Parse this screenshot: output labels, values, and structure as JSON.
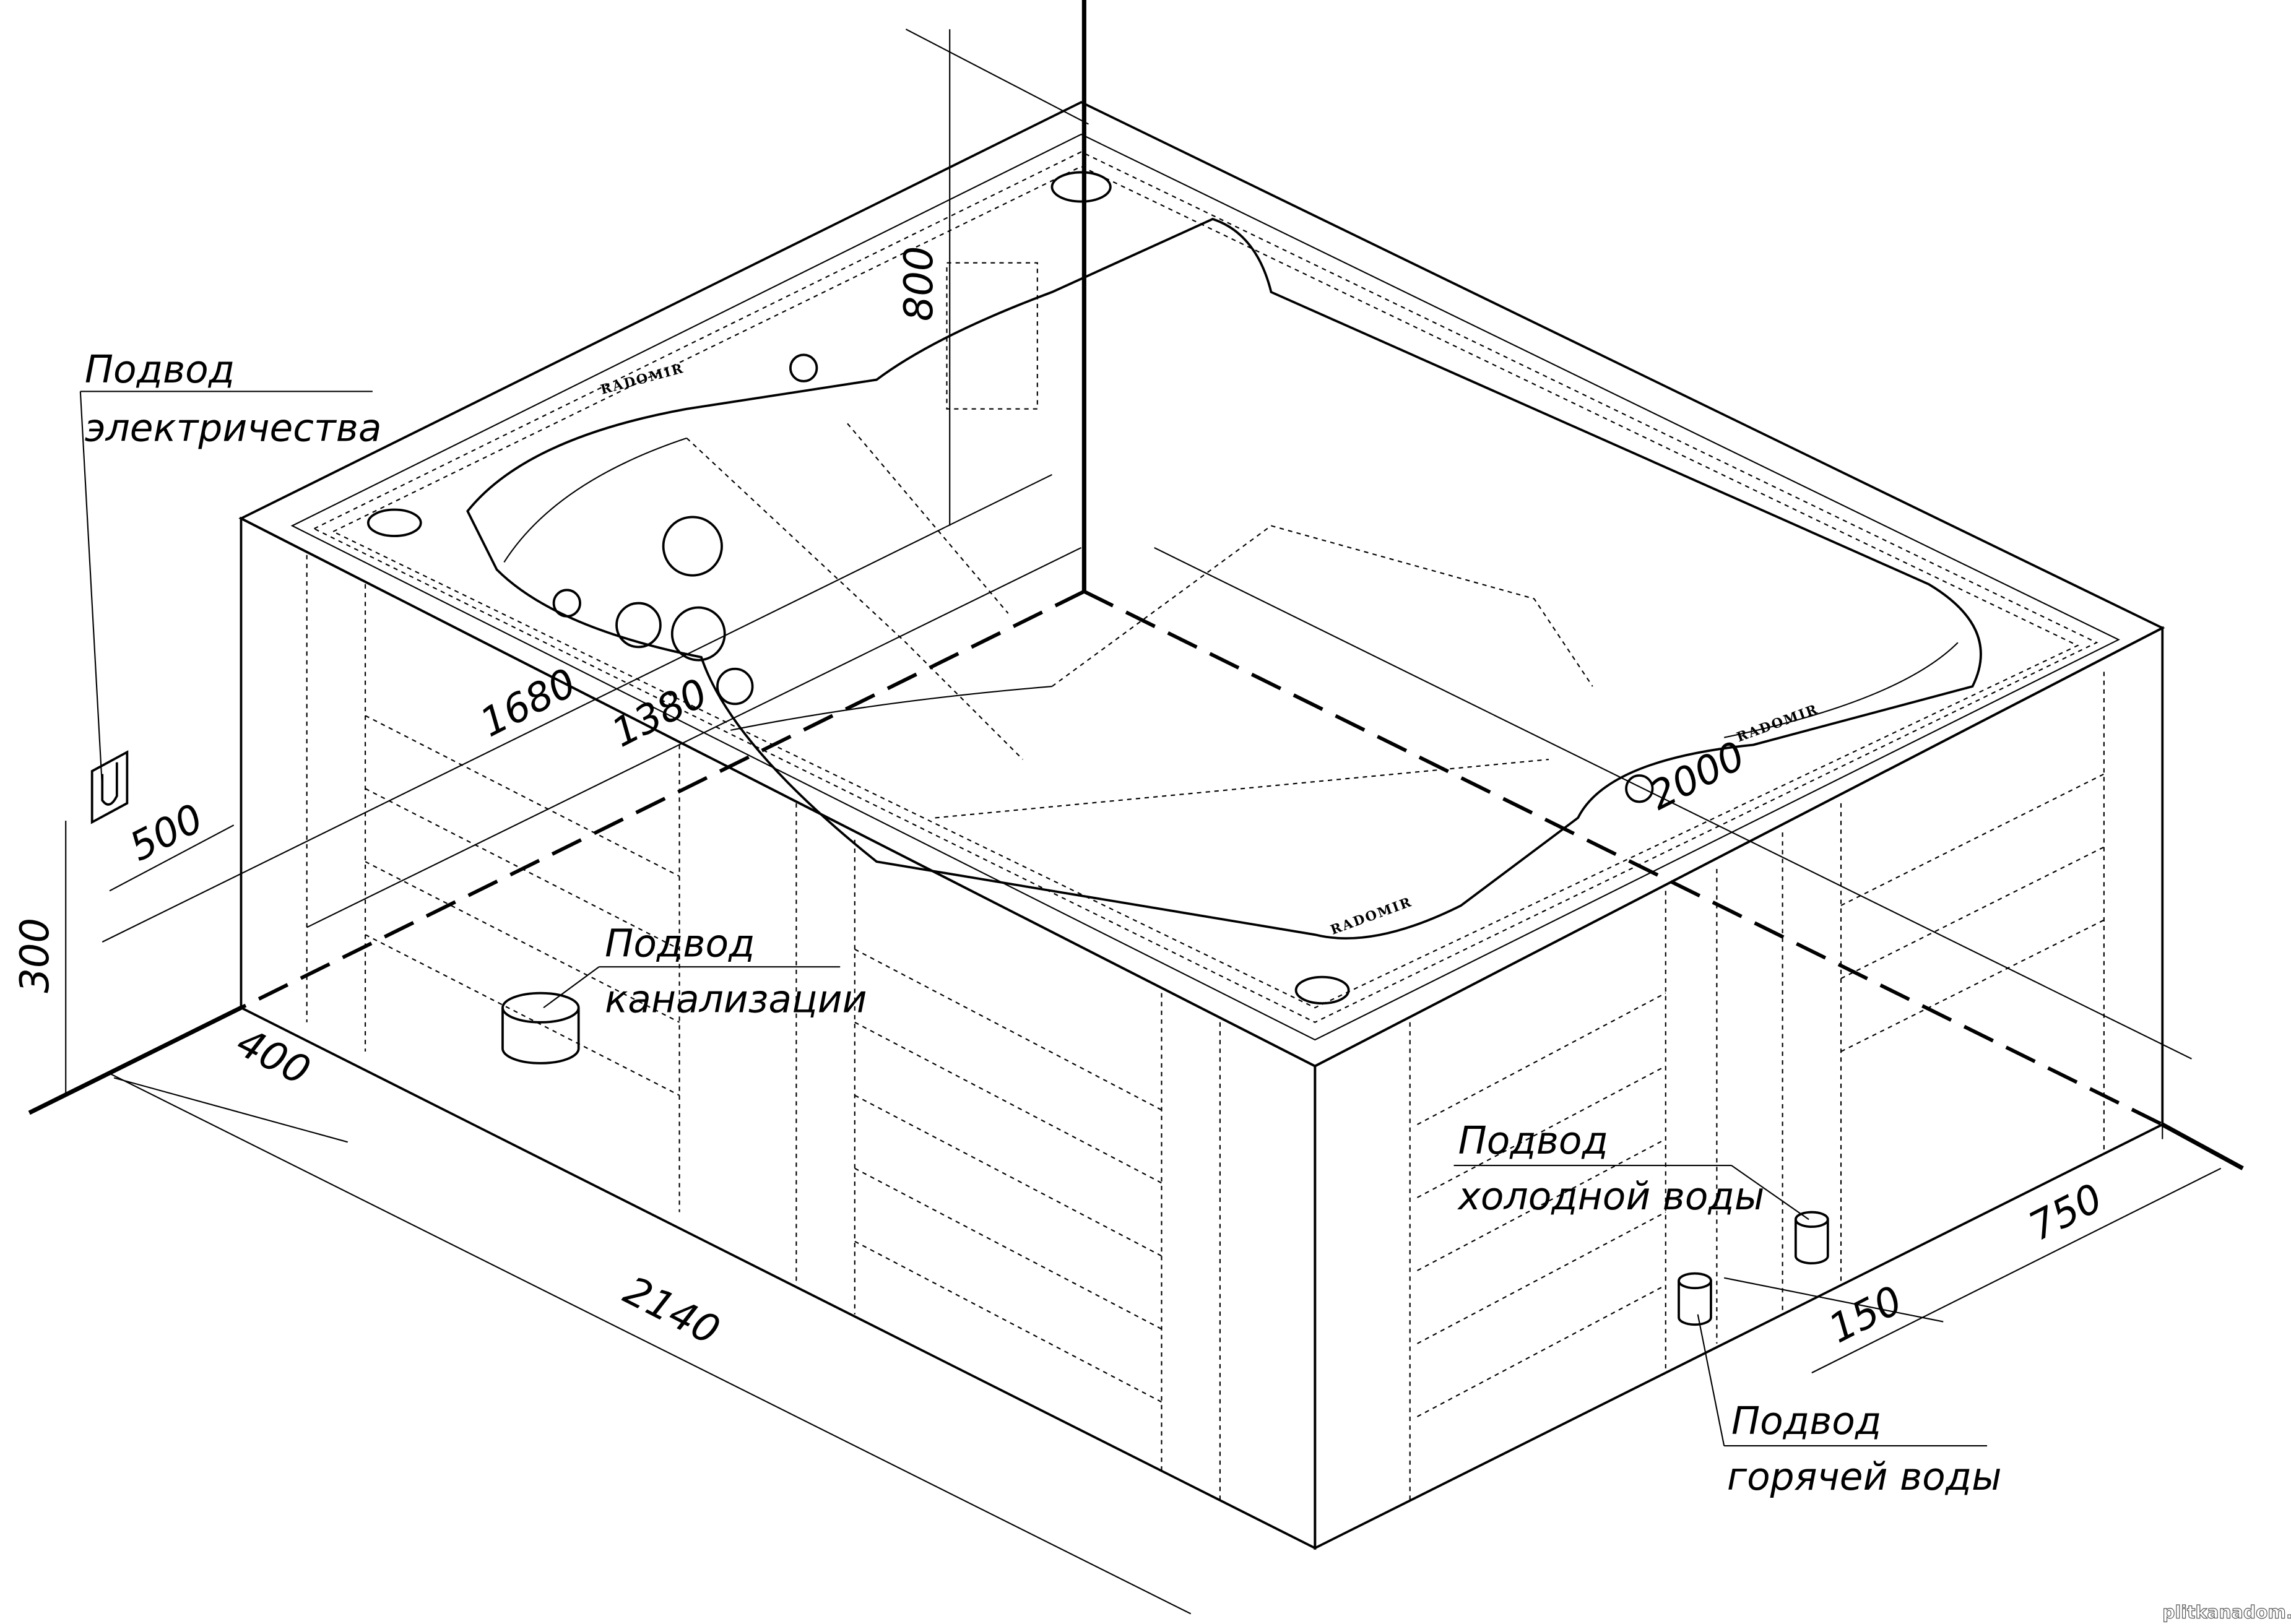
{
  "labels": {
    "electric": [
      "Подвод",
      "электричества"
    ],
    "drain": [
      "Подвод",
      "канализации"
    ],
    "cold_water": [
      "Подвод",
      "холодной воды"
    ],
    "hot_water": [
      "Подвод",
      "горячей воды"
    ]
  },
  "dimensions": {
    "height_total": "800",
    "length_outer": "1680",
    "length_inner": "1380",
    "electric_offset": "500",
    "electric_height": "300",
    "drain_offset": "400",
    "width_total": "2140",
    "diagonal": "2000",
    "cold_offset": "750",
    "hot_cold_spacing": "150"
  },
  "brand_logo": "RADOMIR",
  "watermark": "plitkanadom.ru"
}
